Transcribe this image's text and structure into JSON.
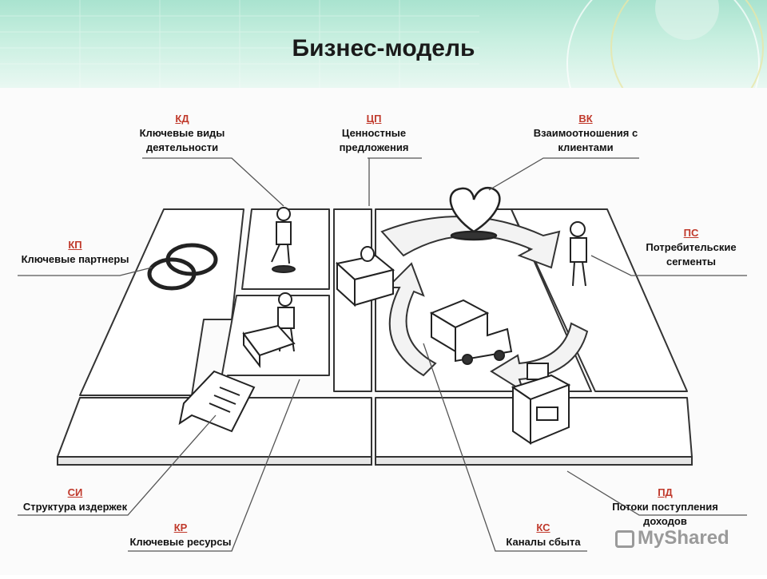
{
  "title": "Бизнес-модель",
  "blocks": [
    {
      "code": "КД",
      "name_lines": [
        "Ключевые виды",
        "деятельности"
      ]
    },
    {
      "code": "ЦП",
      "name_lines": [
        "Ценностные",
        "предложения"
      ]
    },
    {
      "code": "ВК",
      "name_lines": [
        "Взаимоотношения с",
        "клиентами"
      ]
    },
    {
      "code": "КП",
      "name_lines": [
        "Ключевые партнеры"
      ]
    },
    {
      "code": "ПС",
      "name_lines": [
        "Потребительские",
        "сегменты"
      ]
    },
    {
      "code": "СИ",
      "name_lines": [
        "Структура издержек"
      ]
    },
    {
      "code": "ПД",
      "name_lines": [
        "Потоки поступления",
        "доходов"
      ]
    },
    {
      "code": "КР",
      "name_lines": [
        "Ключевые ресурсы"
      ]
    },
    {
      "code": "КС",
      "name_lines": [
        "Каналы сбыта"
      ]
    }
  ],
  "watermark": "MyShared",
  "icons": [
    "ring-icon",
    "person-icon",
    "heart-icon",
    "gift-icon",
    "truck-icon",
    "cash-register-icon",
    "document-icon"
  ]
}
